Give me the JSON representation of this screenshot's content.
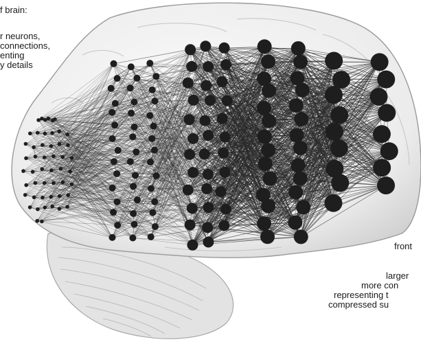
{
  "caption_top_left": {
    "line1": "f brain:",
    "line2": "r neurons,",
    "line3": "connections,",
    "line4": "enting",
    "line5": "y details"
  },
  "caption_bottom_right": {
    "line1": "front",
    "line2": "larger",
    "line3": "more con",
    "line4": "representing t",
    "line5": "compressed su"
  },
  "network": {
    "layer_neuron_counts": [
      50,
      45,
      35,
      28,
      17
    ],
    "neuron_color": "#1e1e1e",
    "connection_color": "#2a2a2a"
  },
  "brain": {
    "fill_color": "#f1f1f1",
    "shadow_color": "#d6d6d6",
    "cerebellum_color": "#dedede"
  }
}
